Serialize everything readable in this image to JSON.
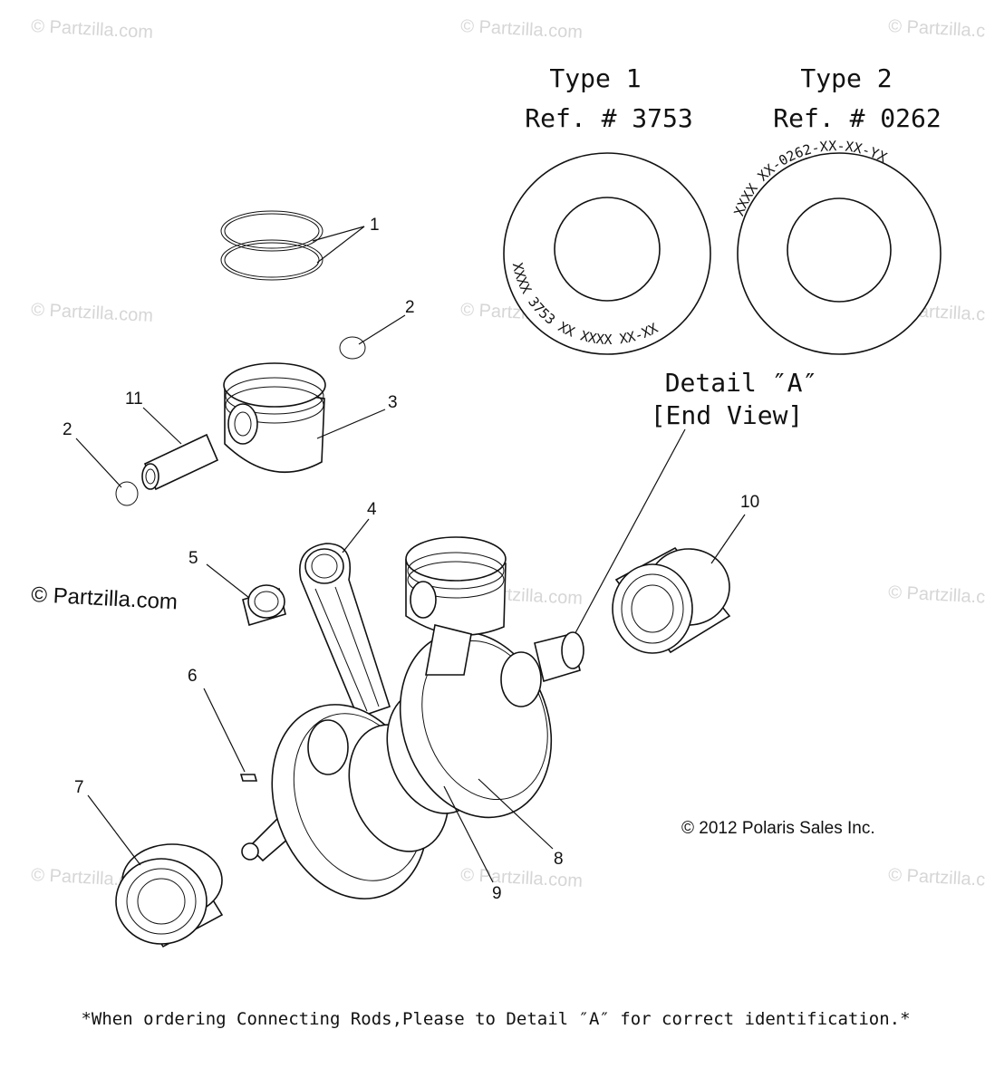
{
  "watermarks": {
    "text": "© Partzilla.com",
    "bold_text": "© Partzilla.com"
  },
  "detail_types": [
    {
      "type_label": "Type 1",
      "ref_label": "Ref. # 3753",
      "stamp_text": "XXXX 3753 XX XXXX XX-XX"
    },
    {
      "type_label": "Type 2",
      "ref_label": "Ref. # 0262",
      "stamp_text": "XXXX XX-0262-XX-XX-YX"
    }
  ],
  "detail": {
    "title": "Detail ″A″",
    "subtitle": "[End View]"
  },
  "callouts": [
    "1",
    "2",
    "3",
    "11",
    "2",
    "4",
    "5",
    "6",
    "7",
    "8",
    "9",
    "10"
  ],
  "copyright": "© 2012 Polaris Sales Inc.",
  "footer_note": "*When ordering Connecting Rods,Please to Detail ″A″ for correct identification.*"
}
